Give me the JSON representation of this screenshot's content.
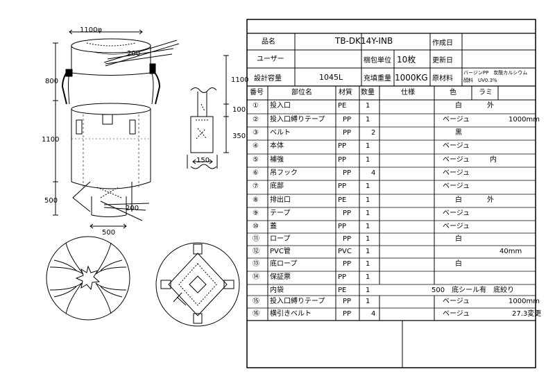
{
  "drawing": {
    "dims": {
      "top_diameter": "1100φ",
      "inlet_height": "800",
      "body_height": "1100",
      "outlet_height": "500",
      "outlet_width": "500",
      "inlet_tie_len": "200",
      "outlet_tie_len": "200",
      "total_height": "1100",
      "loop_top": "100",
      "loop_len": "350",
      "loop_width": "150"
    }
  },
  "spec": {
    "header": {
      "product_name_label": "品名",
      "product_name": "TB-DK14Y-INB",
      "created_date_label": "作成日",
      "created_date": "",
      "user_label": "ユーザー",
      "user": "",
      "pack_unit_label": "梱包単位",
      "pack_unit": "10枚",
      "updated_date_label": "更新日",
      "updated_date": "",
      "capacity_label": "設計容量",
      "capacity": "1045L",
      "fill_weight_label": "充填重量",
      "fill_weight": "1000KG",
      "material_label": "原材料",
      "material_line1": "バージンPP　炭酸カルシウム",
      "material_line2": "顔料　UV0.3%"
    },
    "columns": {
      "no": "番号",
      "part": "部位名",
      "material": "材質",
      "qty": "数量",
      "spec": "仕様",
      "color": "色",
      "lami": "ラミ"
    },
    "rows": [
      {
        "no": "①",
        "part": "投入口",
        "material": "PE",
        "qty": "1",
        "spec": "",
        "color": "白",
        "lami": "外",
        "extra": ""
      },
      {
        "no": "②",
        "part": "投入口縛りテープ",
        "material": "PP",
        "qty": "1",
        "spec": "",
        "color": "ベージュ",
        "lami": "",
        "extra": "1000mm"
      },
      {
        "no": "③",
        "part": "ベルト",
        "material": "PP",
        "qty": "2",
        "spec": "",
        "color": "黒",
        "lami": "",
        "extra": ""
      },
      {
        "no": "④",
        "part": "本体",
        "material": "PP",
        "qty": "1",
        "spec": "",
        "color": "ベージュ",
        "lami": "",
        "extra": ""
      },
      {
        "no": "⑤",
        "part": "補強",
        "material": "PP",
        "qty": "1",
        "spec": "",
        "color": "ベージュ",
        "lami": "内",
        "extra": ""
      },
      {
        "no": "⑥",
        "part": "吊フック",
        "material": "PP",
        "qty": "4",
        "spec": "",
        "color": "ベージュ",
        "lami": "",
        "extra": ""
      },
      {
        "no": "⑦",
        "part": "底部",
        "material": "PP",
        "qty": "1",
        "spec": "",
        "color": "ベージュ",
        "lami": "",
        "extra": ""
      },
      {
        "no": "⑧",
        "part": "排出口",
        "material": "PE",
        "qty": "1",
        "spec": "",
        "color": "白",
        "lami": "外",
        "extra": ""
      },
      {
        "no": "⑨",
        "part": "テープ",
        "material": "PP",
        "qty": "1",
        "spec": "",
        "color": "ベージュ",
        "lami": "",
        "extra": ""
      },
      {
        "no": "⑩",
        "part": "蓋",
        "material": "PP",
        "qty": "1",
        "spec": "",
        "color": "ベージュ",
        "lami": "",
        "extra": ""
      },
      {
        "no": "⑪",
        "part": "ロープ",
        "material": "PP",
        "qty": "1",
        "spec": "",
        "color": "白",
        "lami": "",
        "extra": ""
      },
      {
        "no": "⑫",
        "part": "PVC管",
        "material": "PVC",
        "qty": "1",
        "spec": "",
        "color": "",
        "lami": "",
        "extra": "40mm"
      },
      {
        "no": "⑬",
        "part": "底ロープ",
        "material": "PP",
        "qty": "1",
        "spec": "",
        "color": "白",
        "lami": "",
        "extra": ""
      },
      {
        "no": "⑭",
        "part": "保証票",
        "material": "PP",
        "qty": "1",
        "spec": "",
        "color": "",
        "lami": "",
        "extra": ""
      },
      {
        "no": "",
        "part": "内袋",
        "material": "PE",
        "qty": "1",
        "spec": "500　底シール有　底絞り",
        "color": "",
        "lami": "",
        "extra": ""
      },
      {
        "no": "⑮",
        "part": "投入口縛りテープ",
        "material": "PP",
        "qty": "1",
        "spec": "",
        "color": "ベージュ",
        "lami": "",
        "extra": "1000mm"
      },
      {
        "no": "⑯",
        "part": "横引きベルト",
        "material": "PP",
        "qty": "4",
        "spec": "",
        "color": "ベージュ",
        "lami": "",
        "extra": "27.3変更"
      }
    ]
  }
}
